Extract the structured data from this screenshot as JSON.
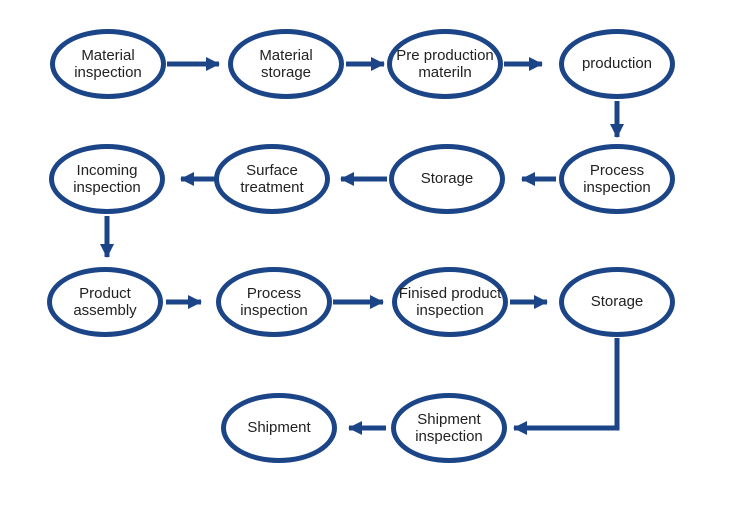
{
  "diagram": {
    "type": "flowchart",
    "colors": {
      "node_border": "#1c4587",
      "connector": "#1c4587",
      "text": "#222222",
      "background": "#ffffff"
    },
    "nodes": [
      {
        "id": "material-inspection",
        "label": "Material\ninspection"
      },
      {
        "id": "material-storage",
        "label": "Material\nstorage"
      },
      {
        "id": "pre-production-material",
        "label": "Pre production\nmateriln"
      },
      {
        "id": "production",
        "label": "production"
      },
      {
        "id": "process-inspection-1",
        "label": "Process\ninspection"
      },
      {
        "id": "storage-1",
        "label": "Storage"
      },
      {
        "id": "surface-treatment",
        "label": "Surface\ntreatment"
      },
      {
        "id": "incoming-inspection",
        "label": "Incoming\ninspection"
      },
      {
        "id": "product-assembly",
        "label": "Product\nassembly"
      },
      {
        "id": "process-inspection-2",
        "label": "Process\ninspection"
      },
      {
        "id": "finished-product-inspection",
        "label": "Finised product\ninspection"
      },
      {
        "id": "storage-2",
        "label": "Storage"
      },
      {
        "id": "shipment-inspection",
        "label": "Shipment\ninspection"
      },
      {
        "id": "shipment",
        "label": "Shipment"
      }
    ],
    "flow": [
      {
        "from": "material-inspection",
        "to": "material-storage"
      },
      {
        "from": "material-storage",
        "to": "pre-production-material"
      },
      {
        "from": "pre-production-material",
        "to": "production"
      },
      {
        "from": "production",
        "to": "process-inspection-1"
      },
      {
        "from": "process-inspection-1",
        "to": "storage-1"
      },
      {
        "from": "storage-1",
        "to": "surface-treatment"
      },
      {
        "from": "surface-treatment",
        "to": "incoming-inspection"
      },
      {
        "from": "incoming-inspection",
        "to": "product-assembly"
      },
      {
        "from": "product-assembly",
        "to": "process-inspection-2"
      },
      {
        "from": "process-inspection-2",
        "to": "finished-product-inspection"
      },
      {
        "from": "finished-product-inspection",
        "to": "storage-2"
      },
      {
        "from": "storage-2",
        "to": "shipment-inspection"
      },
      {
        "from": "shipment-inspection",
        "to": "shipment"
      }
    ]
  }
}
